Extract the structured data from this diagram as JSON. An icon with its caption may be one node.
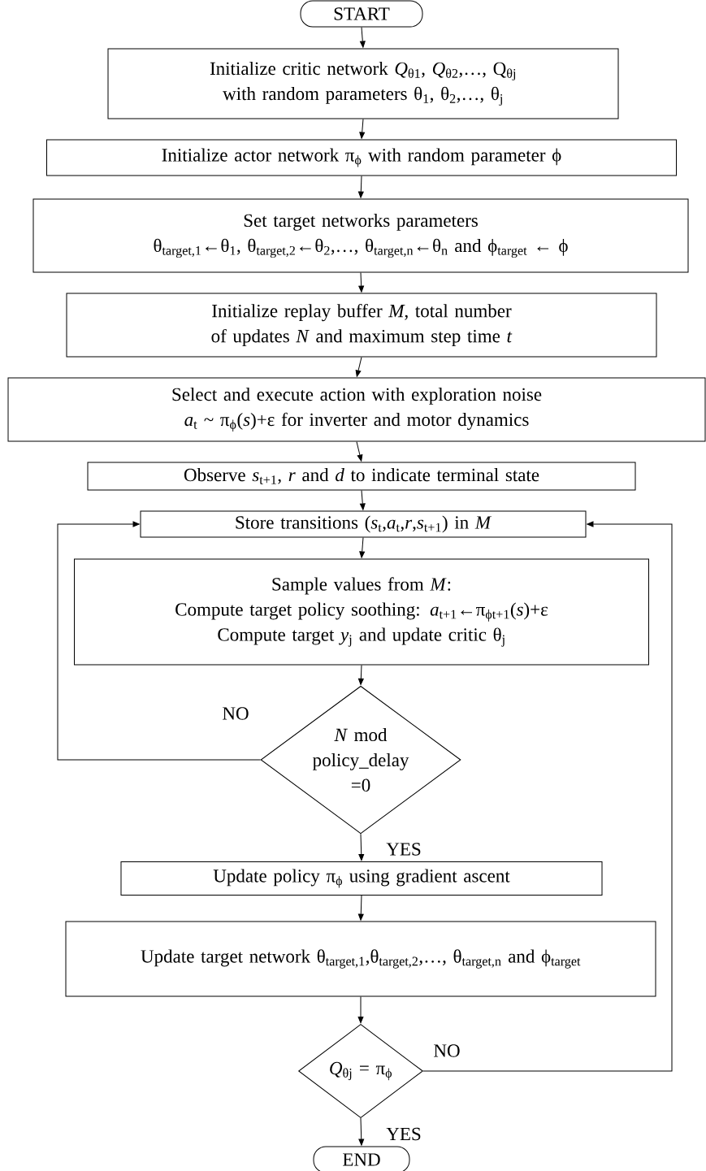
{
  "diagram": {
    "nodes": [
      {
        "text": [
          "START"
        ]
      },
      {
        "text": [
          "Initialize critic network *Q*$_{θ1}$, *Q*$_{θ2}$,…, Q$_{θj}$ with random parameters θ$_{1}$, θ$_{2}$,…, θ$_{j}$"
        ]
      },
      {
        "text": [
          "Initialize actor network π$_{ϕ}$ with random parameter ϕ"
        ]
      },
      {
        "text": [
          "Set target networks parameters",
          "θ$_{target,1}$←θ$_{1}$, θ$_{target,2}$←θ$_{2}$,…, θ$_{target,n}$←θ$_{n}$ and ϕ$_{target}$ ← ϕ"
        ]
      },
      {
        "text": [
          "Initialize replay buffer *M*, total number of updates *N* and maximum step time *t*"
        ]
      },
      {
        "text": [
          "Select and execute action with exploration noise *a*$_{t}$ ~ π$_{ϕ}$(*s*)+ε for inverter and motor dynamics"
        ]
      },
      {
        "text": [
          "Observe *s*$_{t+1}$, *r* and *d* to indicate terminal state"
        ]
      },
      {
        "text": [
          "Store transitions (*s*$_{t}$,*a*$_{t}$,*r*,*s*$_{t+1}$) in *M*"
        ]
      },
      {
        "text": [
          "Sample values from *M*:",
          "Compute target policy soothing: *a*$_{t+1}$←π$_{ϕt+1}$(*s*)+ε",
          "Compute target *y*$_{j}$ and update critic θ$_{j}$"
        ]
      },
      {
        "text": [
          "*N* mod policy_delay =0"
        ]
      },
      {
        "text": [
          "Update policy π$_{ϕ}$ using gradient ascent"
        ]
      },
      {
        "text": [
          "Update target network θ$_{target,1}$,θ$_{target,2}$,…, θ$_{target,n}$ and ϕ$_{target}$"
        ]
      },
      {
        "text": [
          "*Q*$_{θj}$ = π$_{ϕ}$"
        ]
      },
      {
        "text": [
          "END"
        ]
      }
    ],
    "edges": [
      {
        "from": 0,
        "to": 1,
        "arrow": "to"
      },
      {
        "from": 1,
        "to": 2,
        "arrow": "to"
      },
      {
        "from": 2,
        "to": 3,
        "arrow": "to"
      },
      {
        "from": 3,
        "to": 4,
        "arrow": "to"
      },
      {
        "from": 4,
        "to": 5,
        "arrow": "to"
      },
      {
        "from": 5,
        "to": 6,
        "arrow": "to"
      },
      {
        "from": 6,
        "to": 7,
        "arrow": "to"
      },
      {
        "from": 7,
        "to": 8,
        "arrow": "to"
      },
      {
        "from": 8,
        "to": 9,
        "arrow": "to"
      },
      {
        "from": 9,
        "to": 7,
        "arrow": "to",
        "label": "NO"
      },
      {
        "from": 9,
        "to": 10,
        "arrow": "to",
        "label": "YES"
      },
      {
        "from": 10,
        "to": 11,
        "arrow": "to"
      },
      {
        "from": 11,
        "to": 12,
        "arrow": "to"
      },
      {
        "from": 12,
        "to": 7,
        "arrow": "to",
        "label": "NO"
      },
      {
        "from": 12,
        "to": 13,
        "arrow": "to",
        "label": "YES"
      }
    ]
  }
}
